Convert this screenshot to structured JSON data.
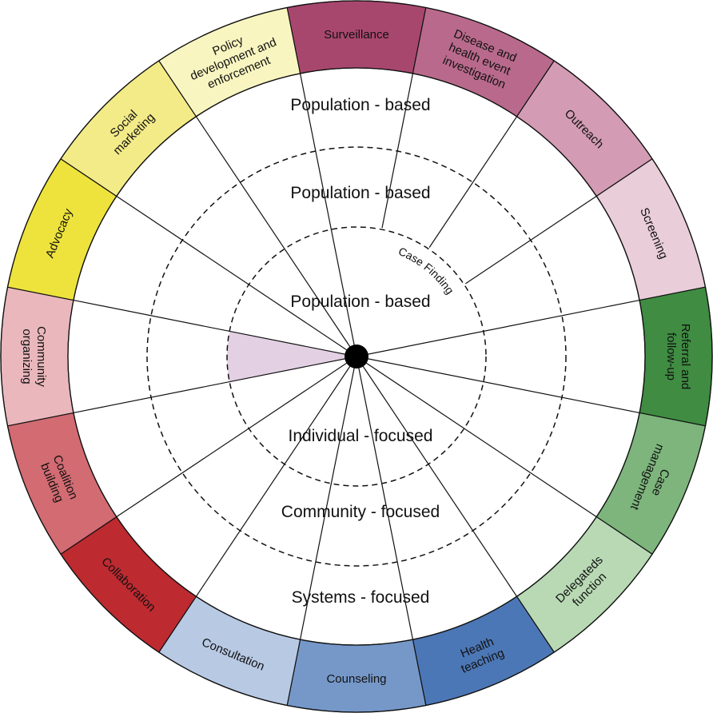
{
  "segments": [
    {
      "label": [
        "Surveillance"
      ],
      "color": "#a8476e"
    },
    {
      "label": [
        "Disease and",
        "health event",
        "investigation"
      ],
      "color": "#b96a8c"
    },
    {
      "label": [
        "Outreach"
      ],
      "color": "#d39cb4"
    },
    {
      "label": [
        "Screening"
      ],
      "color": "#e9cdd9"
    },
    {
      "label": [
        "Referral and",
        "follow-up"
      ],
      "color": "#3f8c42"
    },
    {
      "label": [
        "Case",
        "management"
      ],
      "color": "#7db57c"
    },
    {
      "label": [
        "Delegateds",
        "function"
      ],
      "color": "#b8d9b4"
    },
    {
      "label": [
        "Health",
        "teaching"
      ],
      "color": "#4c77b6"
    },
    {
      "label": [
        "Counseling"
      ],
      "color": "#7698c9"
    },
    {
      "label": [
        "Consultation"
      ],
      "color": "#b8c9e4"
    },
    {
      "label": [
        "Collaboration"
      ],
      "color": "#bd2a30"
    },
    {
      "label": [
        "Coalition",
        "building"
      ],
      "color": "#d26b72"
    },
    {
      "label": [
        "Community",
        "organizing"
      ],
      "color": "#e9b7bc"
    },
    {
      "label": [
        "Advocacy"
      ],
      "color": "#eee33c"
    },
    {
      "label": [
        "Social",
        "marketing"
      ],
      "color": "#f3eb88"
    },
    {
      "label": [
        "Policy",
        "development and",
        "enforcement"
      ],
      "color": "#f9f5c0"
    }
  ],
  "levels": {
    "population_outer": "Population - based",
    "population_middle": "Population - based",
    "population_inner": "Population - based",
    "individual": "Individual - focused",
    "community": "Community - focused",
    "systems": "Systems - focused"
  },
  "case_finding": "Case Finding",
  "highlight_color": "#e3d1e3"
}
